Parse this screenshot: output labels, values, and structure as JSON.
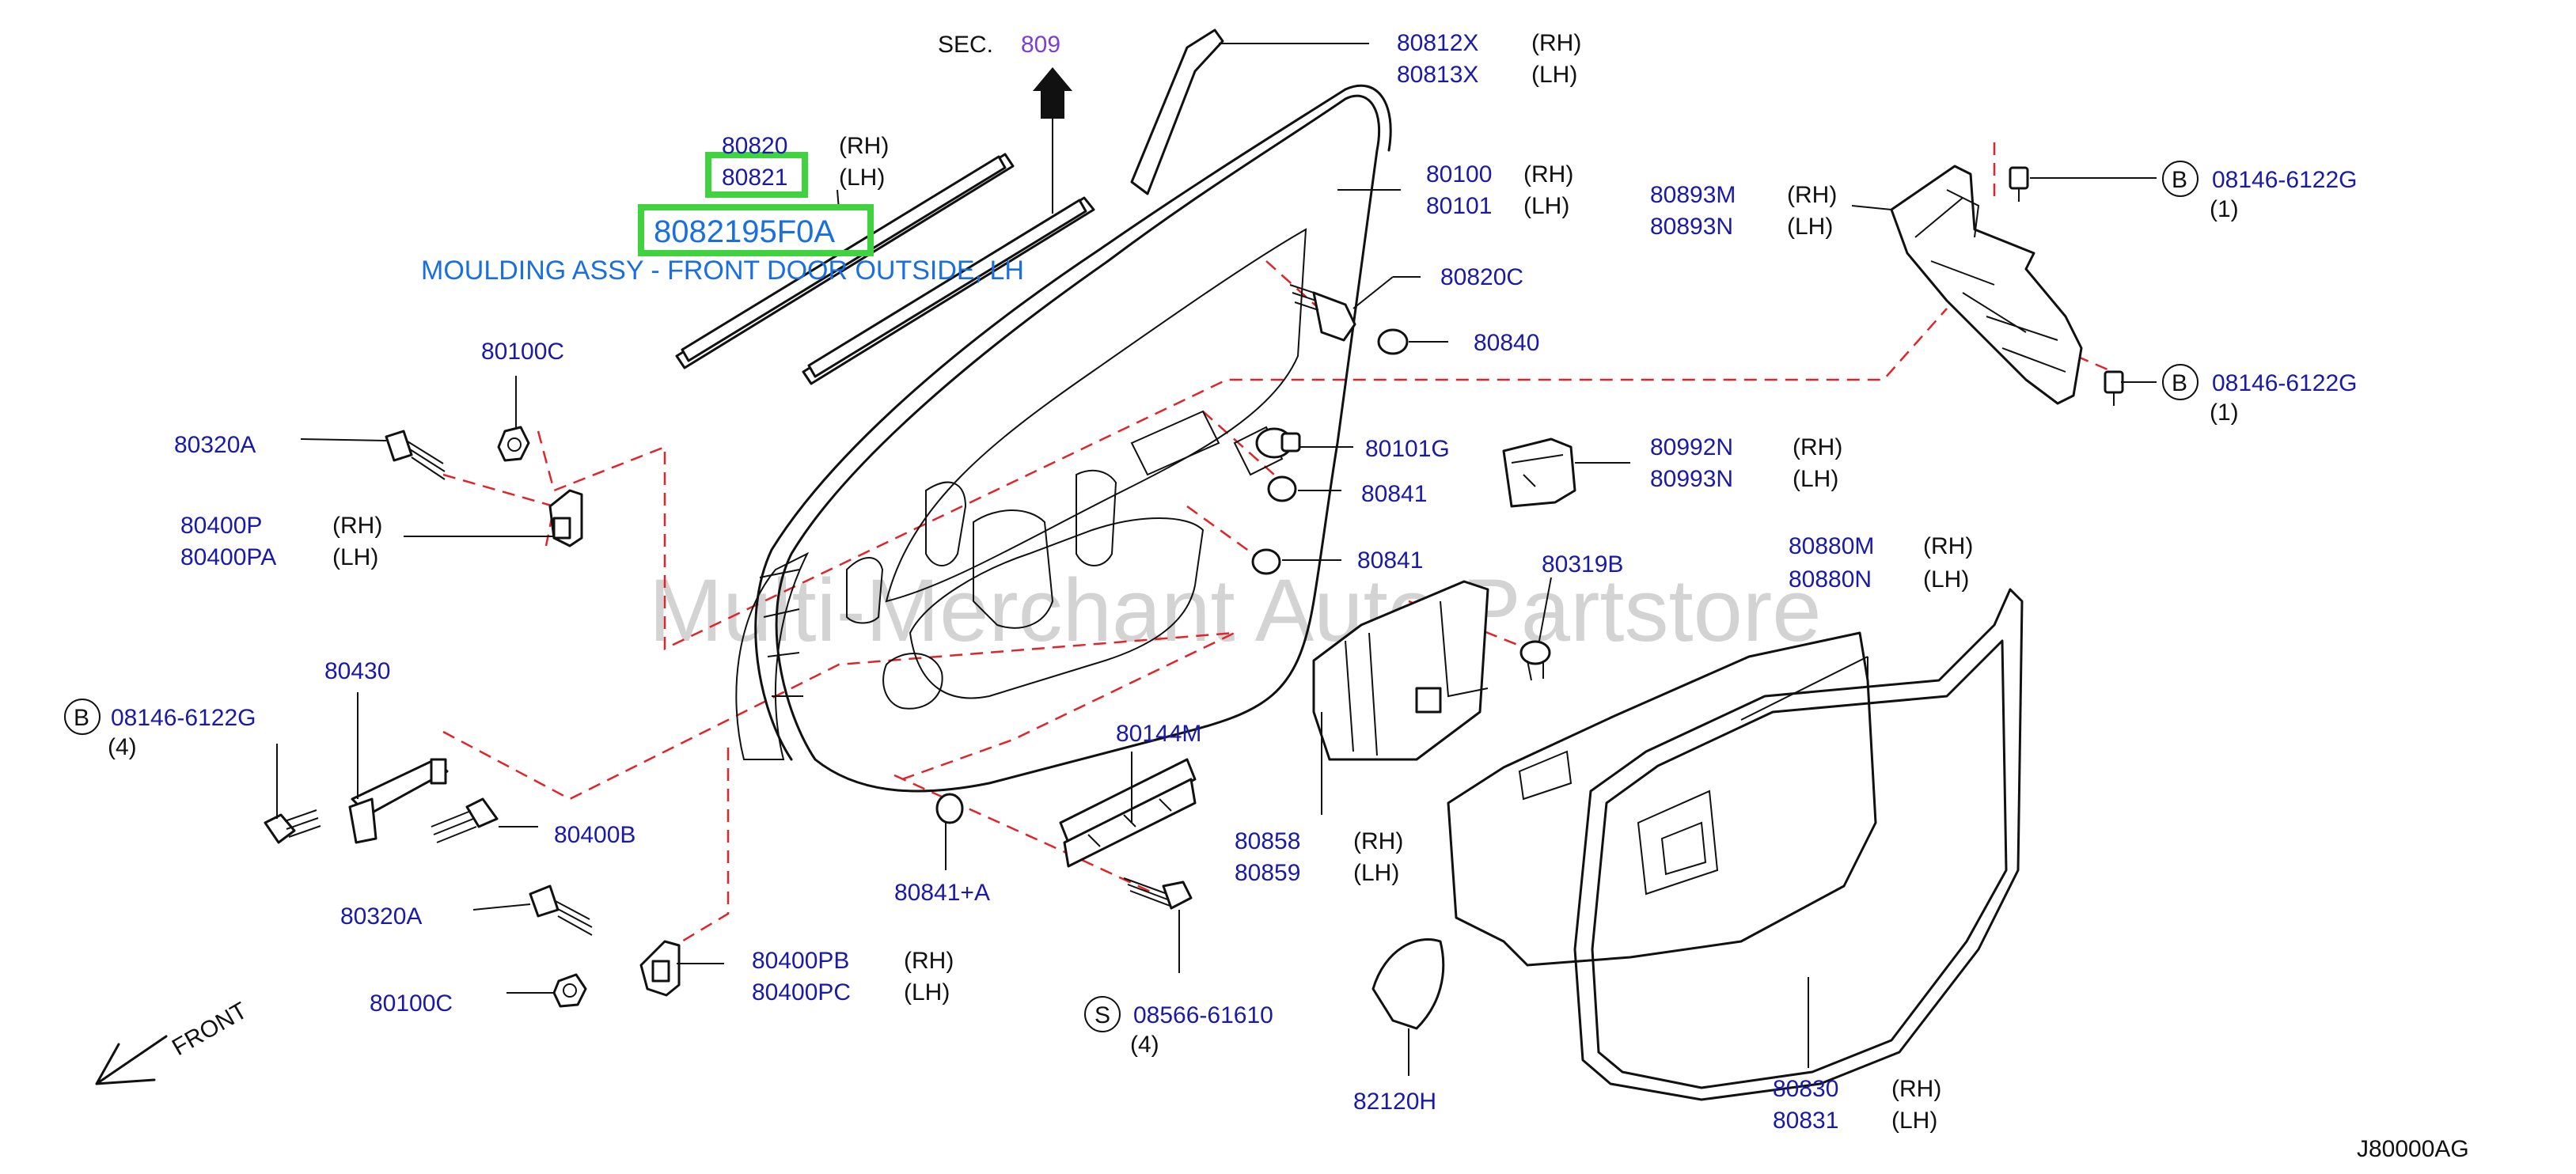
{
  "diagram_code": "J80000AG",
  "watermark": "Multi-Merchant Auto Partstore",
  "section_ref": {
    "label": "SEC.",
    "number": "809"
  },
  "front_label": "FRONT",
  "highlight": {
    "part_number": "8082195F0A",
    "description": "MOULDING ASSY - FRONT DOOR OUTSIDE, LH"
  },
  "callouts": {
    "p80820": {
      "part": "80820",
      "side": "(RH)"
    },
    "p80821": {
      "part": "80821",
      "side": "(LH)"
    },
    "p80812X": {
      "part": "80812X",
      "side": "(RH)"
    },
    "p80813X": {
      "part": "80813X",
      "side": "(LH)"
    },
    "p80100": {
      "part": "80100",
      "side": "(RH)"
    },
    "p80101": {
      "part": "80101",
      "side": "(LH)"
    },
    "p80893M": {
      "part": "80893M",
      "side": "(RH)"
    },
    "p80893N": {
      "part": "80893N",
      "side": "(LH)"
    },
    "p80820C": {
      "part": "80820C"
    },
    "p80840": {
      "part": "80840"
    },
    "p80101G": {
      "part": "80101G"
    },
    "p80841a": {
      "part": "80841"
    },
    "p80841b": {
      "part": "80841"
    },
    "p80992N": {
      "part": "80992N",
      "side": "(RH)"
    },
    "p80993N": {
      "part": "80993N",
      "side": "(LH)"
    },
    "p80319B": {
      "part": "80319B"
    },
    "p80880M": {
      "part": "80880M",
      "side": "(RH)"
    },
    "p80880N": {
      "part": "80880N",
      "side": "(LH)"
    },
    "p80100Ca": {
      "part": "80100C"
    },
    "p80320Aa": {
      "part": "80320A"
    },
    "p80400P": {
      "part": "80400P",
      "side": "(RH)"
    },
    "p80400PA": {
      "part": "80400PA",
      "side": "(LH)"
    },
    "p80430": {
      "part": "80430"
    },
    "p80400B": {
      "part": "80400B"
    },
    "p80320Ab": {
      "part": "80320A"
    },
    "p80100Cb": {
      "part": "80100C"
    },
    "p80400PB": {
      "part": "80400PB",
      "side": "(RH)"
    },
    "p80400PC": {
      "part": "80400PC",
      "side": "(LH)"
    },
    "p80144M": {
      "part": "80144M"
    },
    "p80841plusA": {
      "part": "80841+A"
    },
    "p80858": {
      "part": "80858",
      "side": "(RH)"
    },
    "p80859": {
      "part": "80859",
      "side": "(LH)"
    },
    "p82120H": {
      "part": "82120H"
    },
    "p80830": {
      "part": "80830",
      "side": "(RH)"
    },
    "p80831": {
      "part": "80831",
      "side": "(LH)"
    }
  },
  "bolt_refs": {
    "b1": {
      "symbol": "B",
      "part": "08146-6122G",
      "qty": "(1)"
    },
    "b2": {
      "symbol": "B",
      "part": "08146-6122G",
      "qty": "(1)"
    },
    "b3": {
      "symbol": "B",
      "part": "08146-6122G",
      "qty": "(4)"
    },
    "s1": {
      "symbol": "S",
      "part": "08566-61610",
      "qty": "(4)"
    }
  }
}
